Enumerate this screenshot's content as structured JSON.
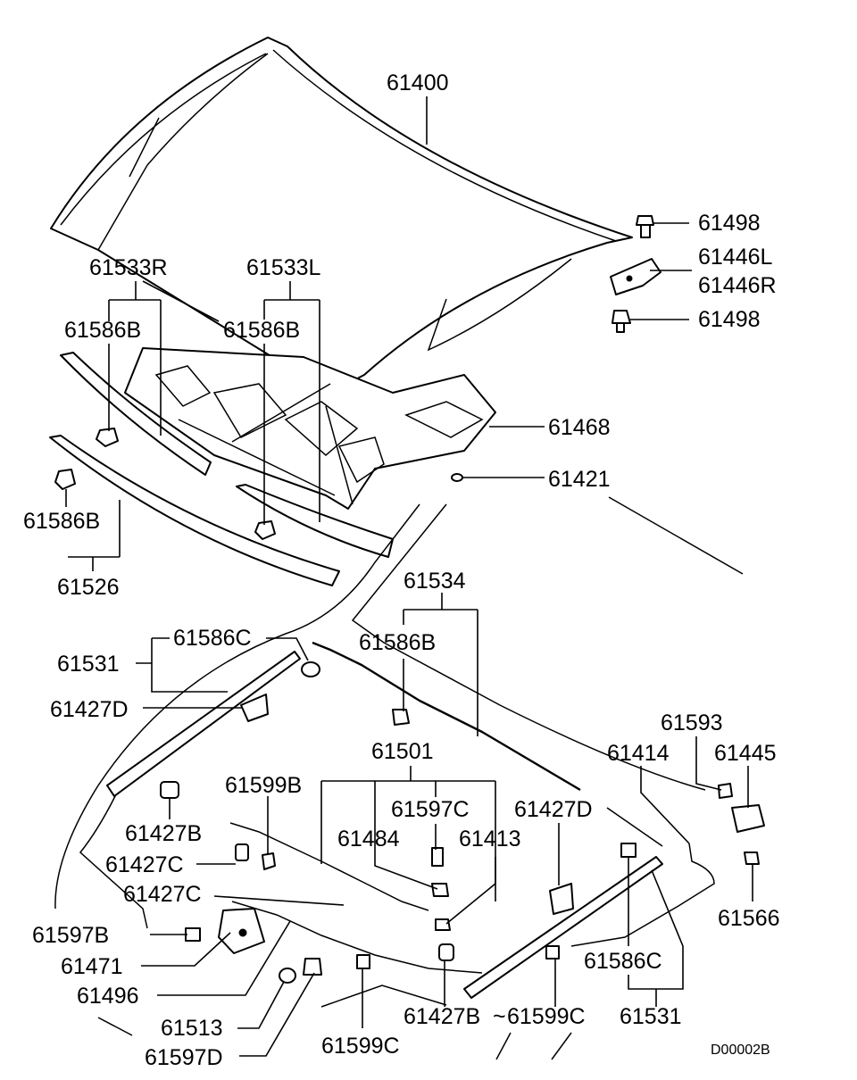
{
  "callouts": {
    "c61400": "61400",
    "c61498a": "61498",
    "c61446L": "61446L",
    "c61446R": "61446R",
    "c61498b": "61498",
    "c61533R": "61533R",
    "c61533L": "61533L",
    "c61586B_a": "61586B",
    "c61586B_b": "61586B",
    "c61468": "61468",
    "c61421": "61421",
    "c61586B_c": "61586B",
    "c61526": "61526",
    "c61534": "61534",
    "c61586C_a": "61586C",
    "c61586B_d": "61586B",
    "c61531a": "61531",
    "c61427D_a": "61427D",
    "c61593": "61593",
    "c61414": "61414",
    "c61445": "61445",
    "c61501": "61501",
    "c61599B": "61599B",
    "c61597C": "61597C",
    "c61427D_b": "61427D",
    "c61427B_a": "61427B",
    "c61484": "61484",
    "c61413": "61413",
    "c61427C_a": "61427C",
    "c61427C_b": "61427C",
    "c61566": "61566",
    "c61597B": "61597B",
    "c61471": "61471",
    "c61586C_b": "61586C",
    "c61496": "61496",
    "c61513": "61513",
    "c61427B_b": "61427B",
    "c61599C_a": "61599C",
    "c61531b": "61531",
    "c61597D": "61597D",
    "c61599C_b": "61599C"
  },
  "drawing_code": "D00002B"
}
